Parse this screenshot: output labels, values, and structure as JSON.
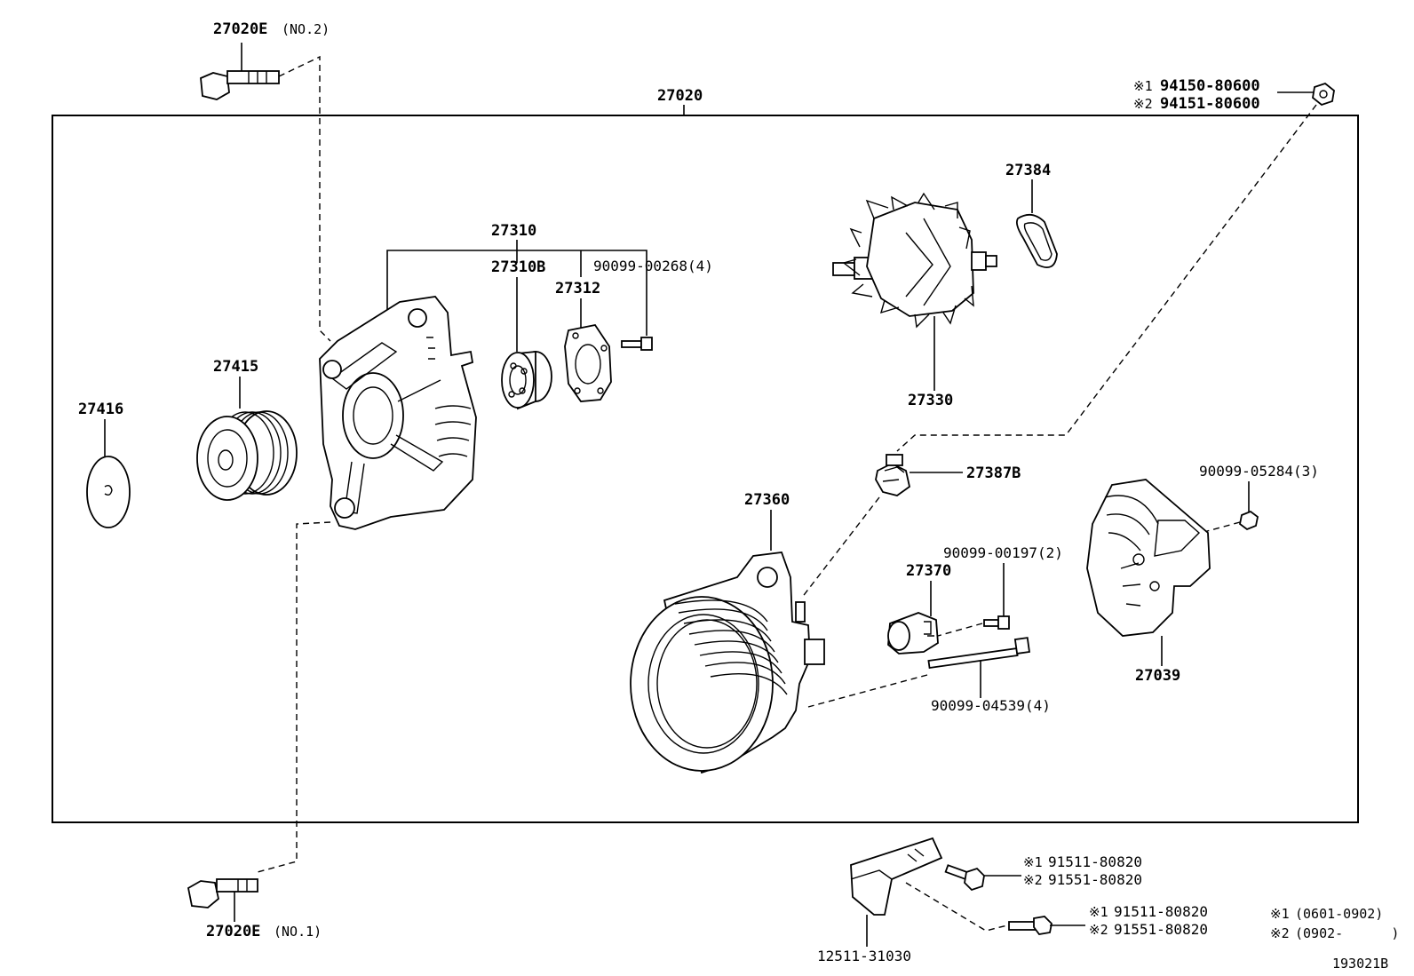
{
  "diagram": {
    "assembly_label": "27020",
    "figure_code": "193021B",
    "labels": {
      "bolt_no2": "27020E",
      "bolt_no2_suffix": "(NO.2)",
      "bolt_no1": "27020E",
      "bolt_no1_suffix": "(NO.1)",
      "nut_94150_mark": "※1",
      "nut_94150": "94150-80600",
      "nut_94151_mark": "※2",
      "nut_94151": "94151-80600",
      "frame_27310": "27310",
      "bearing_27310b": "27310B",
      "retainer_27312": "27312",
      "screw_00268": "90099-00268(4)",
      "pulley_27415": "27415",
      "cap_27416": "27416",
      "rotor_27384": "27384",
      "rotor_27330": "27330",
      "insulator_27387b": "27387B",
      "frame_27360": "27360",
      "regulator_27370": "27370",
      "screw_00197": "90099-00197(2)",
      "bolt_04539": "90099-04539(4)",
      "nut_05284": "90099-05284(3)",
      "cover_27039": "27039",
      "bracket_12511": "12511-31030",
      "bolt_a_mark1": "※1",
      "bolt_a_1": "91511-80820",
      "bolt_a_mark2": "※2",
      "bolt_a_2": "91551-80820",
      "bolt_b_mark1": "※1",
      "bolt_b_1": "91511-80820",
      "bolt_b_mark2": "※2",
      "bolt_b_2": "91551-80820"
    },
    "legend": [
      {
        "mark": "※1",
        "range": "(0601-0902)"
      },
      {
        "mark": "※2",
        "range": "(0902-      )"
      }
    ]
  }
}
